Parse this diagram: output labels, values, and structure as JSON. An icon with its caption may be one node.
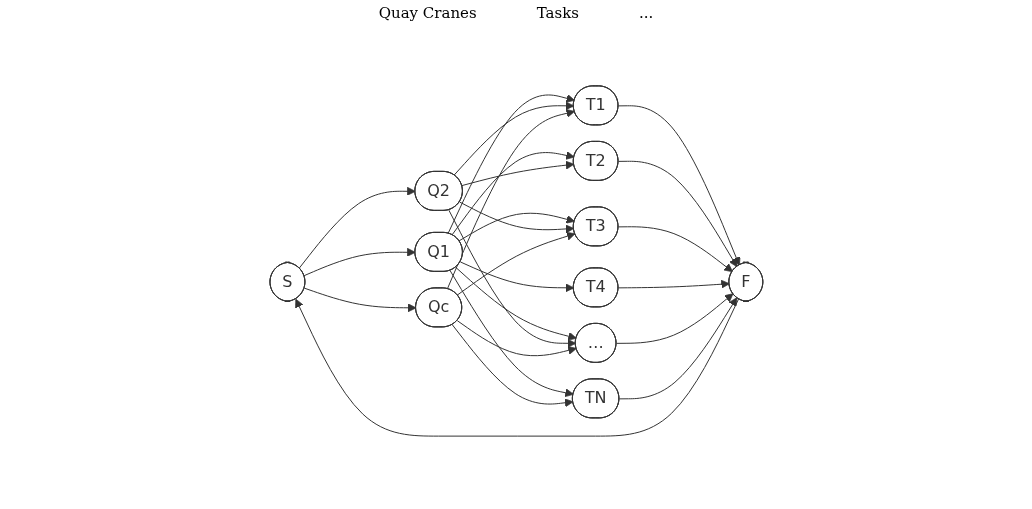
{
  "diagram": {
    "nodes": [
      {
        "text": [
          "S"
        ]
      },
      {
        "text": [
          "Q1"
        ]
      },
      {
        "text": [
          "Q2"
        ]
      },
      {
        "text": [
          "Qc"
        ]
      },
      {
        "text": [
          "T1"
        ]
      },
      {
        "text": [
          "T2"
        ]
      },
      {
        "text": [
          "T3"
        ]
      },
      {
        "text": [
          "T4"
        ]
      },
      {
        "text": [
          "…"
        ]
      },
      {
        "text": [
          "TN"
        ]
      },
      {
        "text": [
          "F"
        ]
      }
    ],
    "edges": [
      {
        "from": 0,
        "to": 1,
        "arrow": "to"
      },
      {
        "from": 0,
        "to": 2,
        "arrow": "to"
      },
      {
        "from": 0,
        "to": 3,
        "arrow": "to"
      },
      {
        "from": 1,
        "to": 4,
        "arrow": "to"
      },
      {
        "from": 1,
        "to": 5,
        "arrow": "to"
      },
      {
        "from": 1,
        "to": 6,
        "arrow": "to"
      },
      {
        "from": 1,
        "to": 7,
        "arrow": "to"
      },
      {
        "from": 1,
        "to": 8,
        "arrow": "to"
      },
      {
        "from": 1,
        "to": 9,
        "arrow": "to"
      },
      {
        "from": 2,
        "to": 4,
        "arrow": "to"
      },
      {
        "from": 2,
        "to": 5,
        "arrow": "to"
      },
      {
        "from": 2,
        "to": 6,
        "arrow": "to"
      },
      {
        "from": 2,
        "to": 8,
        "arrow": "to"
      },
      {
        "from": 3,
        "to": 4,
        "arrow": "to"
      },
      {
        "from": 3,
        "to": 6,
        "arrow": "to"
      },
      {
        "from": 3,
        "to": 8,
        "arrow": "to"
      },
      {
        "from": 3,
        "to": 9,
        "arrow": "to"
      },
      {
        "from": 4,
        "to": 10,
        "arrow": "to"
      },
      {
        "from": 5,
        "to": 10,
        "arrow": "to"
      },
      {
        "from": 6,
        "to": 10,
        "arrow": "to"
      },
      {
        "from": 7,
        "to": 10,
        "arrow": "to"
      },
      {
        "from": 8,
        "to": 10,
        "arrow": "to"
      },
      {
        "from": 9,
        "to": 10,
        "arrow": "to"
      },
      {
        "from": 10,
        "to": 0,
        "arrow": "to"
      }
    ],
    "labels": [
      "Quay Cranes",
      "Tasks",
      "..."
    ]
  }
}
